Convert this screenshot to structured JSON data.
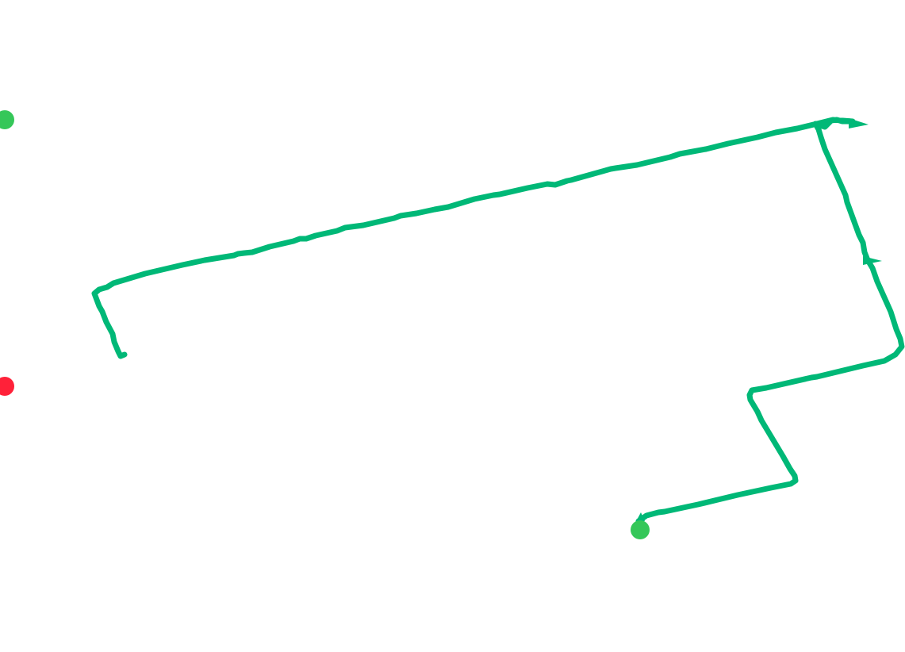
{
  "map": {
    "route_color": "#00b877",
    "start_marker_color": "#35c759",
    "end_marker_color": "#ff2139",
    "markers": [
      {
        "type": "start",
        "icon": "green-dot-icon"
      },
      {
        "type": "end",
        "icon": "red-dot-icon"
      },
      {
        "type": "current",
        "icon": "green-dot-icon"
      }
    ]
  }
}
